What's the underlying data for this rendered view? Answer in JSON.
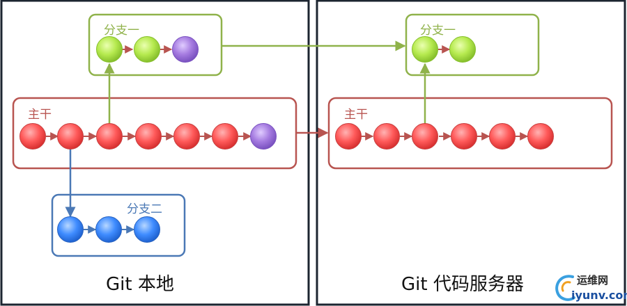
{
  "local": {
    "caption": "Git 本地",
    "branch1_label": "分支一",
    "main_label": "主干",
    "branch2_label": "分支二"
  },
  "server": {
    "caption": "Git 代码服务器",
    "branch1_label": "分支一",
    "main_label": "主干"
  },
  "watermark": {
    "line1": "运维网",
    "line2": "iyunv.com"
  },
  "colors": {
    "main": "#b85450",
    "branch1": "#8fb24a",
    "branch2": "#4a78b5",
    "node_red": "#ff5a5a",
    "node_green": "#b6ea4f",
    "node_purple": "#a57be0",
    "node_blue": "#3f8cff"
  }
}
